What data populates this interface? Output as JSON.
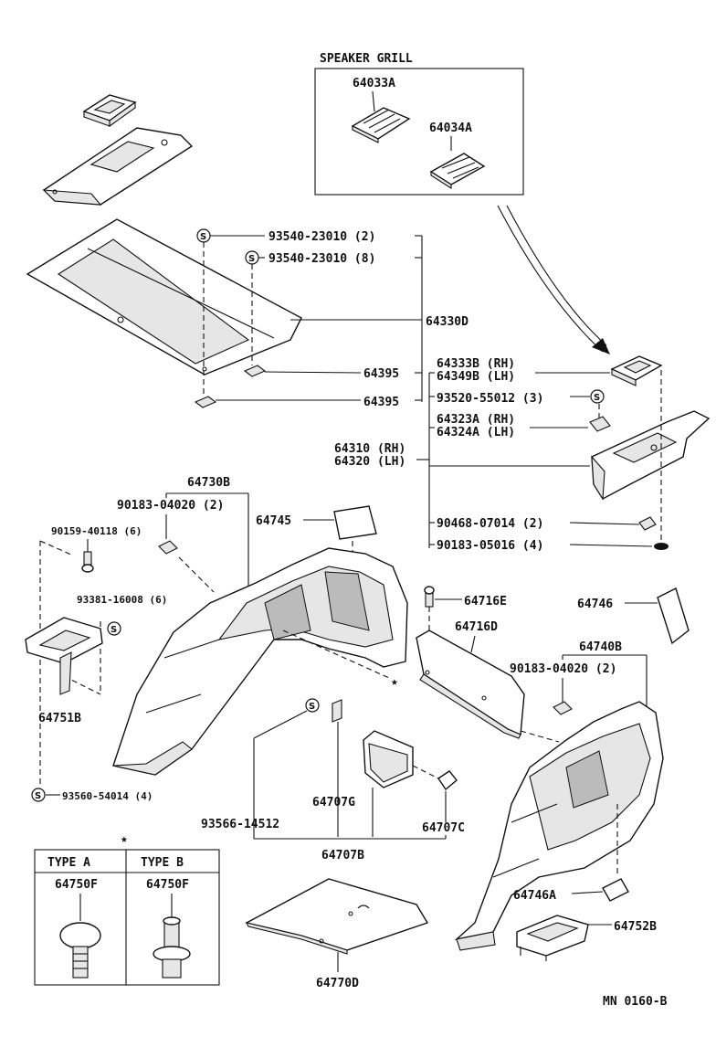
{
  "speaker_grill": {
    "title": "SPEAKER GRILL",
    "part_1": "64033A",
    "part_2": "64034A"
  },
  "labels": {
    "p93540_23010_2": "93540-23010 (2)",
    "p93540_23010_8": "93540-23010 (8)",
    "p64330D": "64330D",
    "p64395_a": "64395",
    "p64395_b": "64395",
    "p64333B": "64333B (RH)",
    "p64349B": "64349B (LH)",
    "p93520_55012": "93520-55012 (3)",
    "p64323A": "64323A (RH)",
    "p64324A": "64324A (LH)",
    "p64310": "64310 (RH)",
    "p64320": "64320 (LH)",
    "p90468_07014": "90468-07014 (2)",
    "p90183_05016": "90183-05016 (4)",
    "p64730B": "64730B",
    "p90183_04020_a": "90183-04020 (2)",
    "p64745": "64745",
    "p90159_40118": "90159-40118 (6)",
    "p93381_16008": "93381-16008 (6)",
    "p64751B": "64751B",
    "p93560_54014": "93560-54014 (4)",
    "p64716E": "64716E",
    "p64716D": "64716D",
    "p64746": "64746",
    "p64740B": "64740B",
    "p90183_04020_b": "90183-04020 (2)",
    "p64707G": "64707G",
    "p93566_14512": "93566-14512",
    "p64707C": "64707C",
    "p64707B": "64707B",
    "p64746A": "64746A",
    "p64752B": "64752B",
    "p64770D": "64770D"
  },
  "type_table": {
    "star": "★",
    "type_a": "TYPE A",
    "type_b": "TYPE B",
    "part_a": "64750F",
    "part_b": "64750F"
  },
  "markers": {
    "star_1": "★",
    "s_symbol": "S"
  },
  "footer": {
    "code": "MN 0160-B"
  }
}
